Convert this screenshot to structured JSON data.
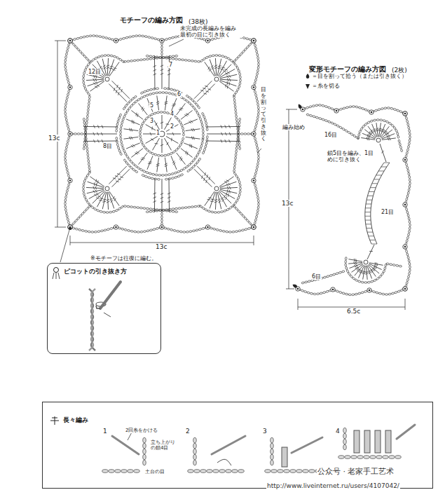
{
  "diagram": {
    "title": "モチーフの編み方図",
    "nodes": [
      {
        "text": [
          "ピコットの引き抜き方"
        ]
      },
      {
        "text": [
          "長々編み"
        ]
      }
    ],
    "labels": [
      "(38枚)",
      "未完成の長編みを編み 最初の目に引き抜く",
      "12目",
      "7",
      "6",
      "5",
      "4",
      "3",
      "2",
      "1",
      "8目",
      "目を割って引き抜く",
      "13c",
      "13c",
      "※モチーフは往復に編む。",
      "変形モチーフの編み方図",
      "(2枚)",
      "編み始め",
      "16目",
      "鎖5目を編み、1目めに引き抜く",
      "21目",
      "6目",
      "13c",
      "6.5c",
      "1",
      "2",
      "3",
      "4",
      "2回糸をかける",
      "立ち上がりの鎖4目",
      "土台の目",
      "公众号 · 老家手工艺术",
      "http://www.liveinternet.ru/users/4107042/"
    ],
    "legend": [
      {
        "text": "＝目を割って拾う（または引き抜く）"
      },
      {
        "text": "＝糸を切る"
      }
    ]
  }
}
